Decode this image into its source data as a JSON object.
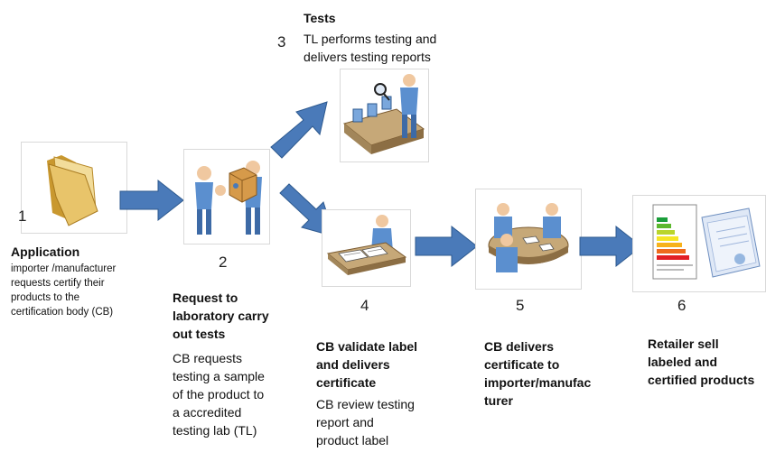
{
  "steps": [
    {
      "num": "1",
      "title": "Application",
      "desc_lines": [
        "importer /manufacturer",
        "requests certify their",
        "products to the",
        "certification body (CB)"
      ]
    },
    {
      "num": "2",
      "title_lines": [
        "Request to",
        "laboratory carry",
        "out tests"
      ],
      "desc_lines": [
        "CB requests",
        "testing a sample",
        "of the product to",
        "a accredited",
        "testing lab (TL)"
      ]
    },
    {
      "num": "3",
      "title": "Tests",
      "desc_lines": [
        "TL performs testing and",
        "delivers testing reports"
      ]
    },
    {
      "num": "4",
      "title_lines": [
        "CB validate label",
        "and delivers",
        "certificate"
      ],
      "desc_lines": [
        "CB review testing",
        "report and",
        "product label"
      ]
    },
    {
      "num": "5",
      "title_lines": [
        "CB delivers",
        "certificate to",
        "importer/manufac",
        "turer"
      ]
    },
    {
      "num": "6",
      "title_lines": [
        "Retailer sell",
        "labeled and",
        "certified products"
      ]
    }
  ],
  "icons": {
    "step1": "folder-icon",
    "step2": "handover-package-icon",
    "step3": "testing-lab-icon",
    "step4": "document-review-icon",
    "step5": "meeting-table-icon",
    "step6": "energy-label-certificate-icon"
  },
  "colors": {
    "arrow": "#4a7ab9",
    "arrow_border": "#2e5a8f",
    "frame_border": "#d9d9d9",
    "person_blue": "#5b8fcf",
    "folder": "#e8c46a"
  }
}
